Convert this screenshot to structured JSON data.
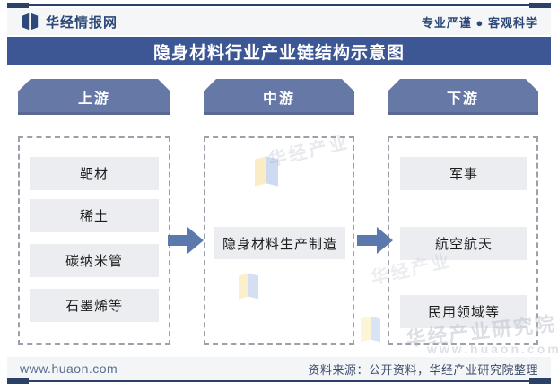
{
  "brand": {
    "logo_text": "华经情报网",
    "tagline": "专业严谨 ● 客观科学"
  },
  "title": "隐身材料行业产业链结构示意图",
  "columns": [
    {
      "header": "上游",
      "items": [
        "靶材",
        "稀土",
        "碳纳米管",
        "石墨烯等"
      ]
    },
    {
      "header": "中游",
      "items": [
        "隐身材料生产制造"
      ]
    },
    {
      "header": "下游",
      "items": [
        "军事",
        "航空航天",
        "民用领域等"
      ]
    }
  ],
  "footer": {
    "website": "www.huaon.com",
    "source": "资料来源：公开资料，华经产业研究院整理"
  },
  "watermarks": [
    "华经产业",
    "华经产业",
    "华经产业研究院",
    "www.huaon.com"
  ],
  "colors": {
    "navy": "#3d5795",
    "slate": "#6678a6",
    "arrow": "#5b79ad",
    "frame": "#2b4168",
    "boxbg": "#ebedf1",
    "dash": "#9ba1ab"
  }
}
